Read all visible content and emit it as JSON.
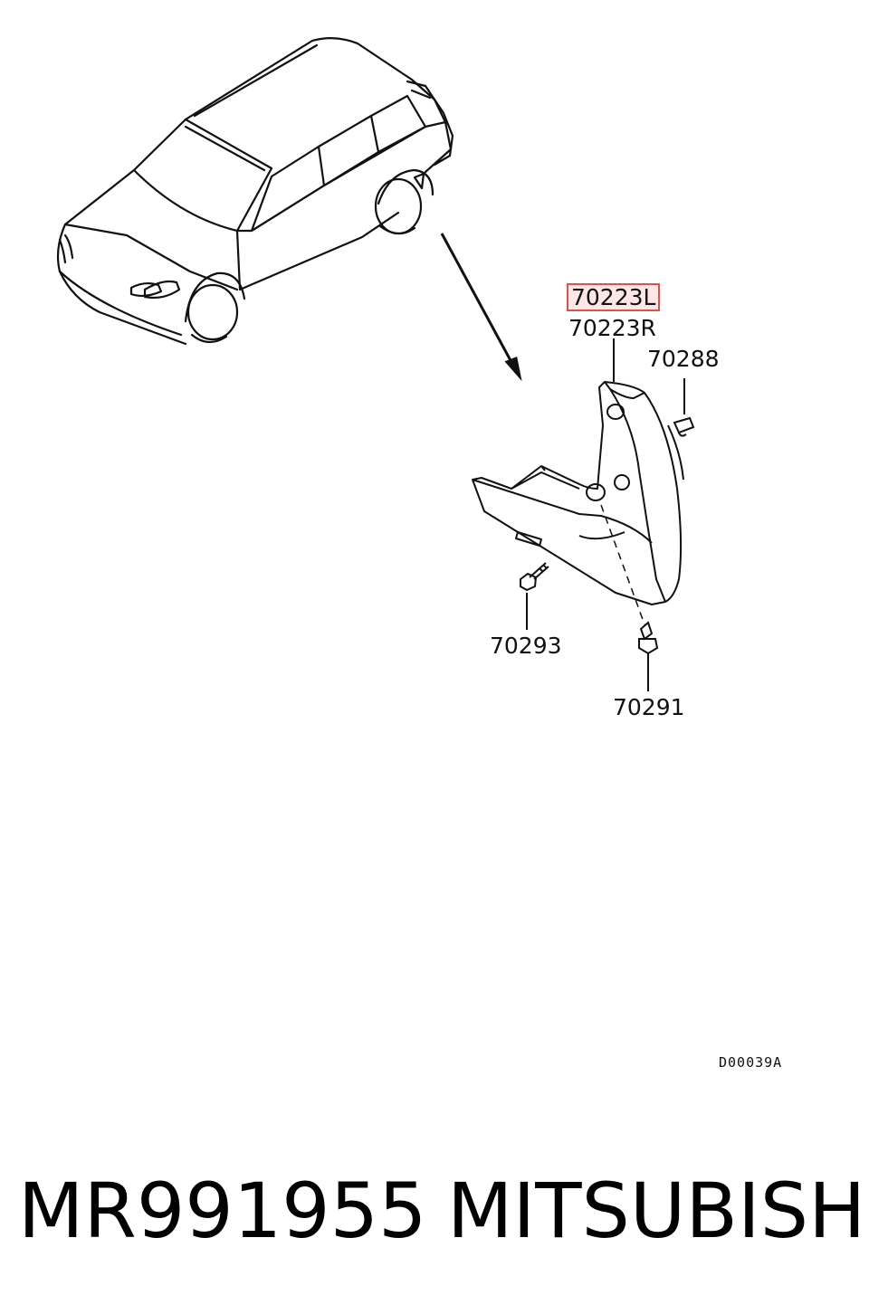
{
  "callouts": {
    "part_left": "70223L",
    "part_right": "70223R",
    "part_clip": "70288",
    "part_screw": "70293",
    "part_fastener": "70291"
  },
  "diagram_code": "D00039A",
  "caption": {
    "part_number": "MR991955",
    "brand": "MITSUBISHI"
  },
  "colors": {
    "line": "#111111",
    "highlight_border": "#d9534f",
    "highlight_fill": "#fde7e6"
  }
}
